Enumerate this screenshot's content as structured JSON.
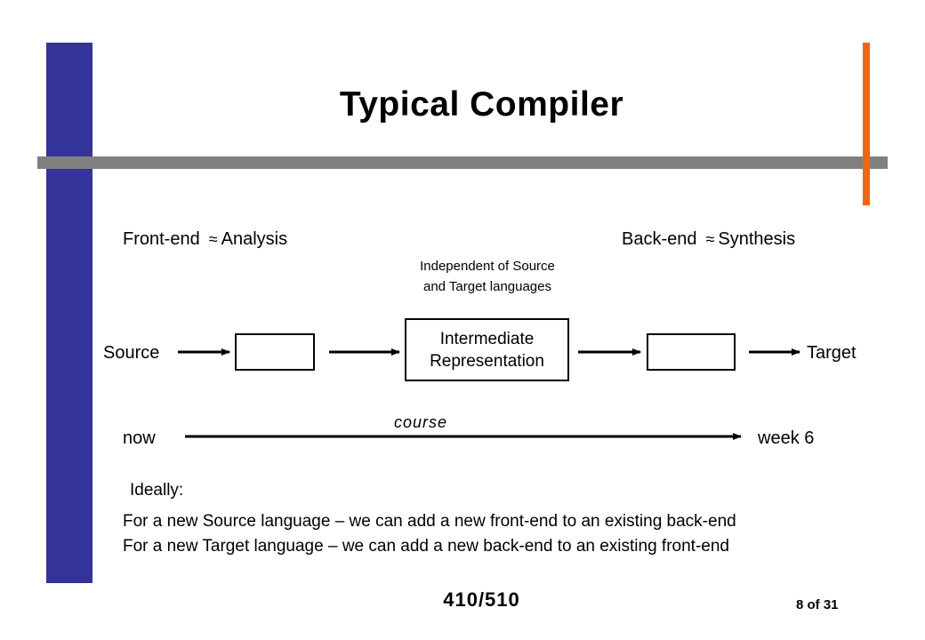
{
  "title": "Typical Compiler",
  "front_end": {
    "label": "Front-end",
    "symbol": "≈",
    "meaning": "Analysis"
  },
  "back_end": {
    "label": "Back-end",
    "symbol": "≈",
    "meaning": "Synthesis"
  },
  "ir_note": {
    "line1": "Independent of Source",
    "line2": "and Target languages"
  },
  "pipeline": {
    "source": "Source",
    "ir_line1": "Intermediate",
    "ir_line2": "Representation",
    "target": "Target"
  },
  "timeline": {
    "start": "now",
    "label": "course",
    "end": "week 6"
  },
  "ideally": {
    "heading": "Ideally:",
    "line1": "For a new Source language – we can add a new front-end to an existing back-end",
    "line2": "For a new Target language – we can add a new back-end to an existing front-end"
  },
  "footer": {
    "course_number": "410/510",
    "page": "8 of 31"
  },
  "colors": {
    "left_bar": "#333399",
    "rule": "#808080",
    "accent": "#ee6611"
  }
}
